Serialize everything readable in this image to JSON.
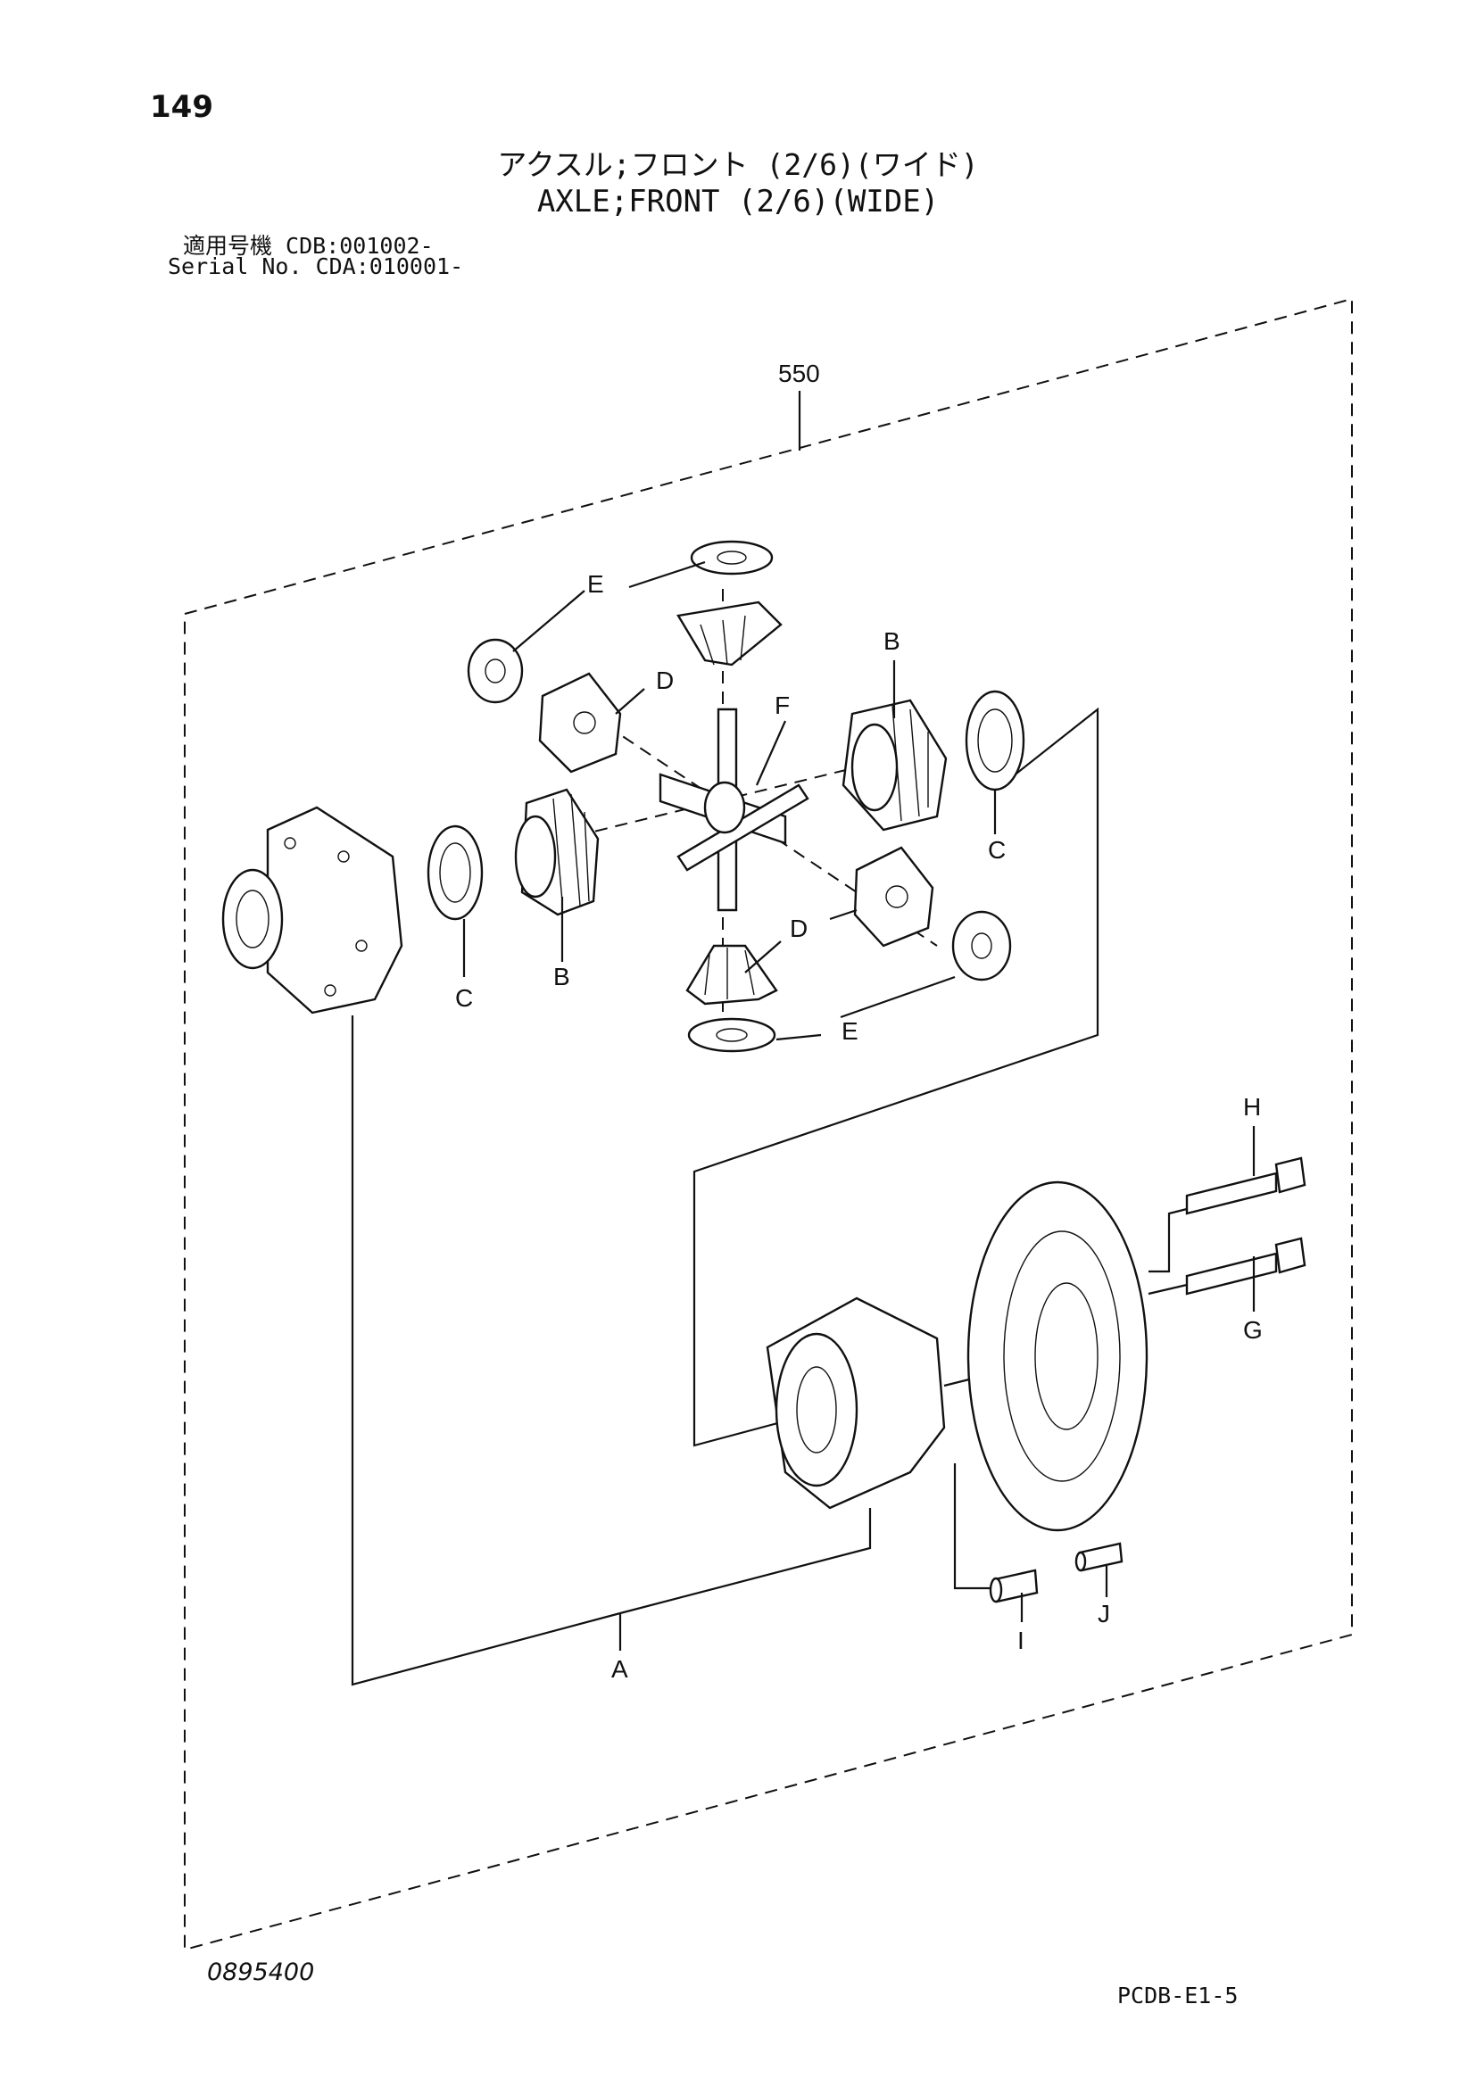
{
  "header": {
    "page_number": "149",
    "title_jp": "アクスル;フロント (2/6)(ワイド)",
    "title_en": "AXLE;FRONT (2/6)(WIDE)",
    "serial_line1": "適用号機 CDB:001002-",
    "serial_line2": "Serial No. CDA:010001-"
  },
  "callouts": {
    "assembly": "550",
    "A": "A",
    "B1": "B",
    "B2": "B",
    "C1": "C",
    "C2": "C",
    "D1": "D",
    "D2": "D",
    "E1": "E",
    "E2": "E",
    "F": "F",
    "G": "G",
    "H": "H",
    "I": "I",
    "J": "J"
  },
  "footer": {
    "doc_code": "0895400",
    "page_code": "PCDB-E1-5"
  }
}
